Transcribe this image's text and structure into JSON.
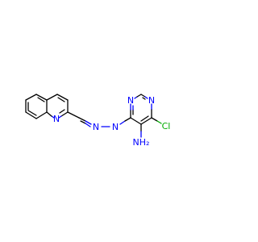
{
  "molecule": {
    "atom_labels": {
      "quinoline_n": "N",
      "hydrazone_n1": "N",
      "hydrazone_n2": "N",
      "pyrimidine_n_top": "N",
      "pyrimidine_n_left": "N",
      "chlorine": "Cl",
      "amine": "NH₂"
    },
    "colors": {
      "bond": "#000000",
      "nitrogen": "#0000ff",
      "chlorine": "#00aa00"
    }
  }
}
